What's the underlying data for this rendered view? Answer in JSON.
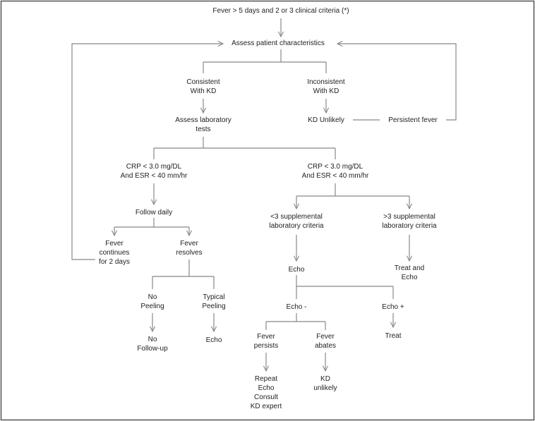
{
  "nodes": {
    "start": [
      "Fever > 5 days and 2  or 3 clinical criteria (*)"
    ],
    "assess_patient": [
      "Assess patient characteristics"
    ],
    "consistent": [
      "Consistent",
      "With KD"
    ],
    "inconsistent": [
      "Inconsistent",
      "With KD"
    ],
    "assess_lab": [
      "Assess laboratory",
      "tests"
    ],
    "kd_unlikely_top": [
      "KD Unlikely"
    ],
    "persistent_fever": [
      "Persistent fever"
    ],
    "crp_left": [
      "CRP < 3.0 mg/DL",
      "And ESR < 40 mm/hr"
    ],
    "crp_right": [
      "CRP < 3.0 mg/DL",
      "And ESR < 40 mm/hr"
    ],
    "follow_daily": [
      "Follow daily"
    ],
    "lt3_criteria": [
      "<3 supplemental",
      "laboratory criteria"
    ],
    "gt3_criteria": [
      ">3 supplemental",
      "laboratory criteria"
    ],
    "fever_continues": [
      "Fever",
      "continues",
      "for 2 days"
    ],
    "fever_resolves": [
      "Fever",
      "resolves"
    ],
    "echo_mid": [
      "Echo"
    ],
    "treat_and_echo": [
      "Treat and",
      "Echo"
    ],
    "no_peeling": [
      "No",
      "Peeling"
    ],
    "typical_peeling": [
      "Typical",
      "Peeling"
    ],
    "echo_minus": [
      "Echo -"
    ],
    "echo_plus": [
      "Echo +"
    ],
    "no_followup": [
      "No",
      "Follow-up"
    ],
    "echo_left": [
      "Echo"
    ],
    "fever_persists": [
      "Fever",
      "persists"
    ],
    "fever_abates": [
      "Fever",
      "abates"
    ],
    "treat": [
      "Treat"
    ],
    "repeat_echo": [
      "Repeat",
      "Echo",
      "Consult",
      "KD expert"
    ],
    "kd_unlikely_bottom": [
      "KD",
      "unlikely"
    ]
  },
  "colors": {
    "line": "#888888",
    "border": "#555555",
    "text": "#222222"
  }
}
